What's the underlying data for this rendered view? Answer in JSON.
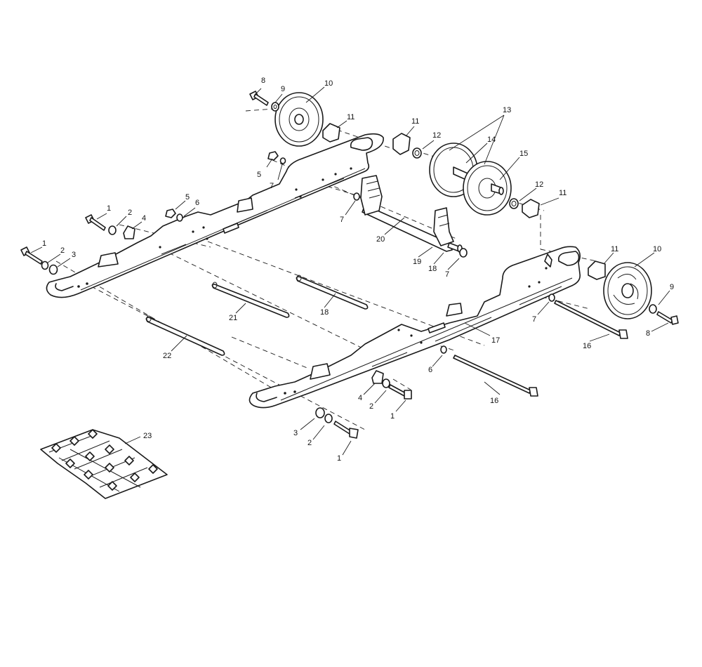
{
  "callouts": [
    {
      "id": "c8a",
      "text": "8"
    },
    {
      "id": "c9a",
      "text": "9"
    },
    {
      "id": "c10a",
      "text": "10"
    },
    {
      "id": "c11a",
      "text": "11"
    },
    {
      "id": "c11b",
      "text": "11"
    },
    {
      "id": "c12a",
      "text": "12"
    },
    {
      "id": "c13",
      "text": "13"
    },
    {
      "id": "c14",
      "text": "14"
    },
    {
      "id": "c15",
      "text": "15"
    },
    {
      "id": "c12b",
      "text": "12"
    },
    {
      "id": "c11c",
      "text": "11"
    },
    {
      "id": "c5a",
      "text": "5"
    },
    {
      "id": "c7a",
      "text": "7"
    },
    {
      "id": "c5b",
      "text": "5"
    },
    {
      "id": "c6a",
      "text": "6"
    },
    {
      "id": "c1a",
      "text": "1"
    },
    {
      "id": "c2a",
      "text": "2"
    },
    {
      "id": "c4a",
      "text": "4"
    },
    {
      "id": "c1b",
      "text": "1"
    },
    {
      "id": "c2b",
      "text": "2"
    },
    {
      "id": "c3a",
      "text": "3"
    },
    {
      "id": "c7b",
      "text": "7"
    },
    {
      "id": "c20",
      "text": "20"
    },
    {
      "id": "c19",
      "text": "19"
    },
    {
      "id": "c18a",
      "text": "18"
    },
    {
      "id": "c7c",
      "text": "7"
    },
    {
      "id": "c11d",
      "text": "11"
    },
    {
      "id": "c10b",
      "text": "10"
    },
    {
      "id": "c9b",
      "text": "9"
    },
    {
      "id": "c8b",
      "text": "8"
    },
    {
      "id": "c7d",
      "text": "7"
    },
    {
      "id": "c16a",
      "text": "16"
    },
    {
      "id": "c21",
      "text": "21"
    },
    {
      "id": "c18b",
      "text": "18"
    },
    {
      "id": "c17",
      "text": "17"
    },
    {
      "id": "c22",
      "text": "22"
    },
    {
      "id": "c6b",
      "text": "6"
    },
    {
      "id": "c4b",
      "text": "4"
    },
    {
      "id": "c2c",
      "text": "2"
    },
    {
      "id": "c1c",
      "text": "1"
    },
    {
      "id": "c16b",
      "text": "16"
    },
    {
      "id": "c3b",
      "text": "3"
    },
    {
      "id": "c2d",
      "text": "2"
    },
    {
      "id": "c1d",
      "text": "1"
    },
    {
      "id": "c23",
      "text": "23"
    }
  ]
}
